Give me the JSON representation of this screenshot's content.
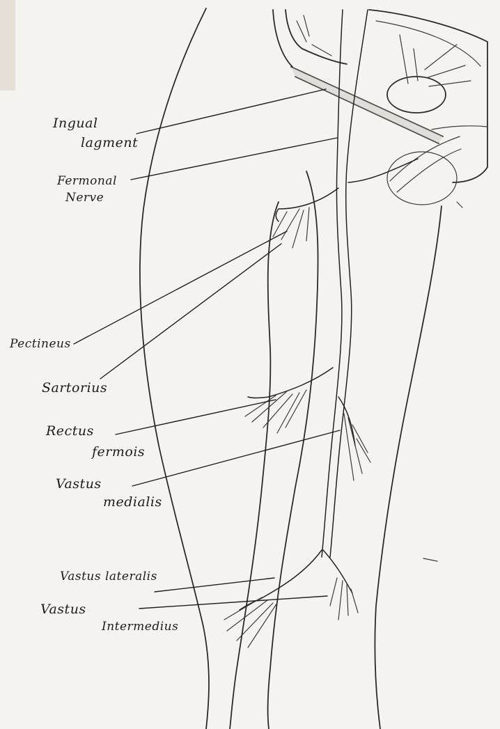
{
  "labels": {
    "inguinal_line1": "Ingual",
    "inguinal_line2": "lagment",
    "femoral_line1": "Fermonal",
    "femoral_line2": "Nerve",
    "pectineus": "Pectineus",
    "sartorius": "Sartorius",
    "rectus_line1": "Rectus",
    "rectus_line2": "fermois",
    "vastus_medialis_line1": "Vastus",
    "vastus_medialis_line2": "medialis",
    "vastus_lateralis": "Vastus lateralis",
    "vastus_intermedius_line1": "Vastus",
    "vastus_intermedius_line2": "Intermedius"
  }
}
